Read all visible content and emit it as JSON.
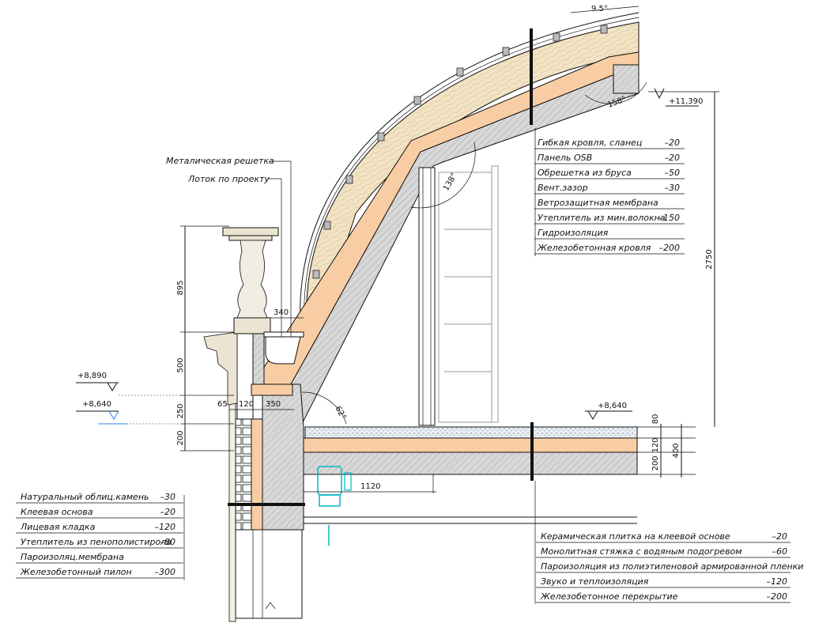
{
  "roof_layers": [
    {
      "name": "Гибкая кровля, сланец",
      "value": "–20"
    },
    {
      "name": "Панель OSB",
      "value": "–20"
    },
    {
      "name": "Обрешетка из бруса",
      "value": "–50"
    },
    {
      "name": "Вент.зазор",
      "value": "–30"
    },
    {
      "name": "Ветрозащитная мембрана",
      "value": ""
    },
    {
      "name": "Утеплитель из мин.волокна",
      "value": "–150"
    },
    {
      "name": "Гидроизоляция",
      "value": ""
    },
    {
      "name": "Железобетонная кровля",
      "value": "–200"
    }
  ],
  "wall_layers": [
    {
      "name": "Натуральный облиц.камень",
      "value": "–30"
    },
    {
      "name": "Клеевая основа",
      "value": "–20"
    },
    {
      "name": "Лицевая кладка",
      "value": "–120"
    },
    {
      "name": "Утеплитель из пенополистирола",
      "value": "–80"
    },
    {
      "name": "Пароизоляц.мембрана",
      "value": ""
    },
    {
      "name": "Железобетонный пилон",
      "value": "–300"
    }
  ],
  "floor_layers": [
    {
      "name": "Керамическая плитка на клеевой основе",
      "value": "–20"
    },
    {
      "name": "Монолитная стяжка с водяным подогревом",
      "value": "–60"
    },
    {
      "name": "Пароизоляция из полиэтиленовой армированной пленки",
      "value": ""
    },
    {
      "name": "Звуко и теплоизоляция",
      "value": "–120"
    },
    {
      "name": "Железобетонное перекрытие",
      "value": "–200"
    }
  ],
  "callouts": {
    "grille": "Металическая решетка",
    "gutter": "Лоток по проекту"
  },
  "levels": {
    "top": "+11,390",
    "eave": "+8,890",
    "parapet": "+8,640",
    "floor": "+8,640"
  },
  "angles": {
    "top": "9.5°",
    "ridge": "158°",
    "inner": "138°",
    "base": "62°"
  },
  "dimensions": {
    "h_2750": "2750",
    "h_895": "895",
    "h_500": "500",
    "h_250": "250",
    "h_200_left": "200",
    "w_340": "340",
    "w_65": "65",
    "w_120": "120",
    "w_350": "350",
    "w_1120": "1120",
    "f_80": "80",
    "f_120": "120",
    "f_200": "200",
    "f_400": "400"
  },
  "colors": {
    "wood": "#f1e3c4",
    "insulation": "#f9cda4",
    "concrete": "#d5d5d5",
    "pipe": "#00b8c8"
  }
}
